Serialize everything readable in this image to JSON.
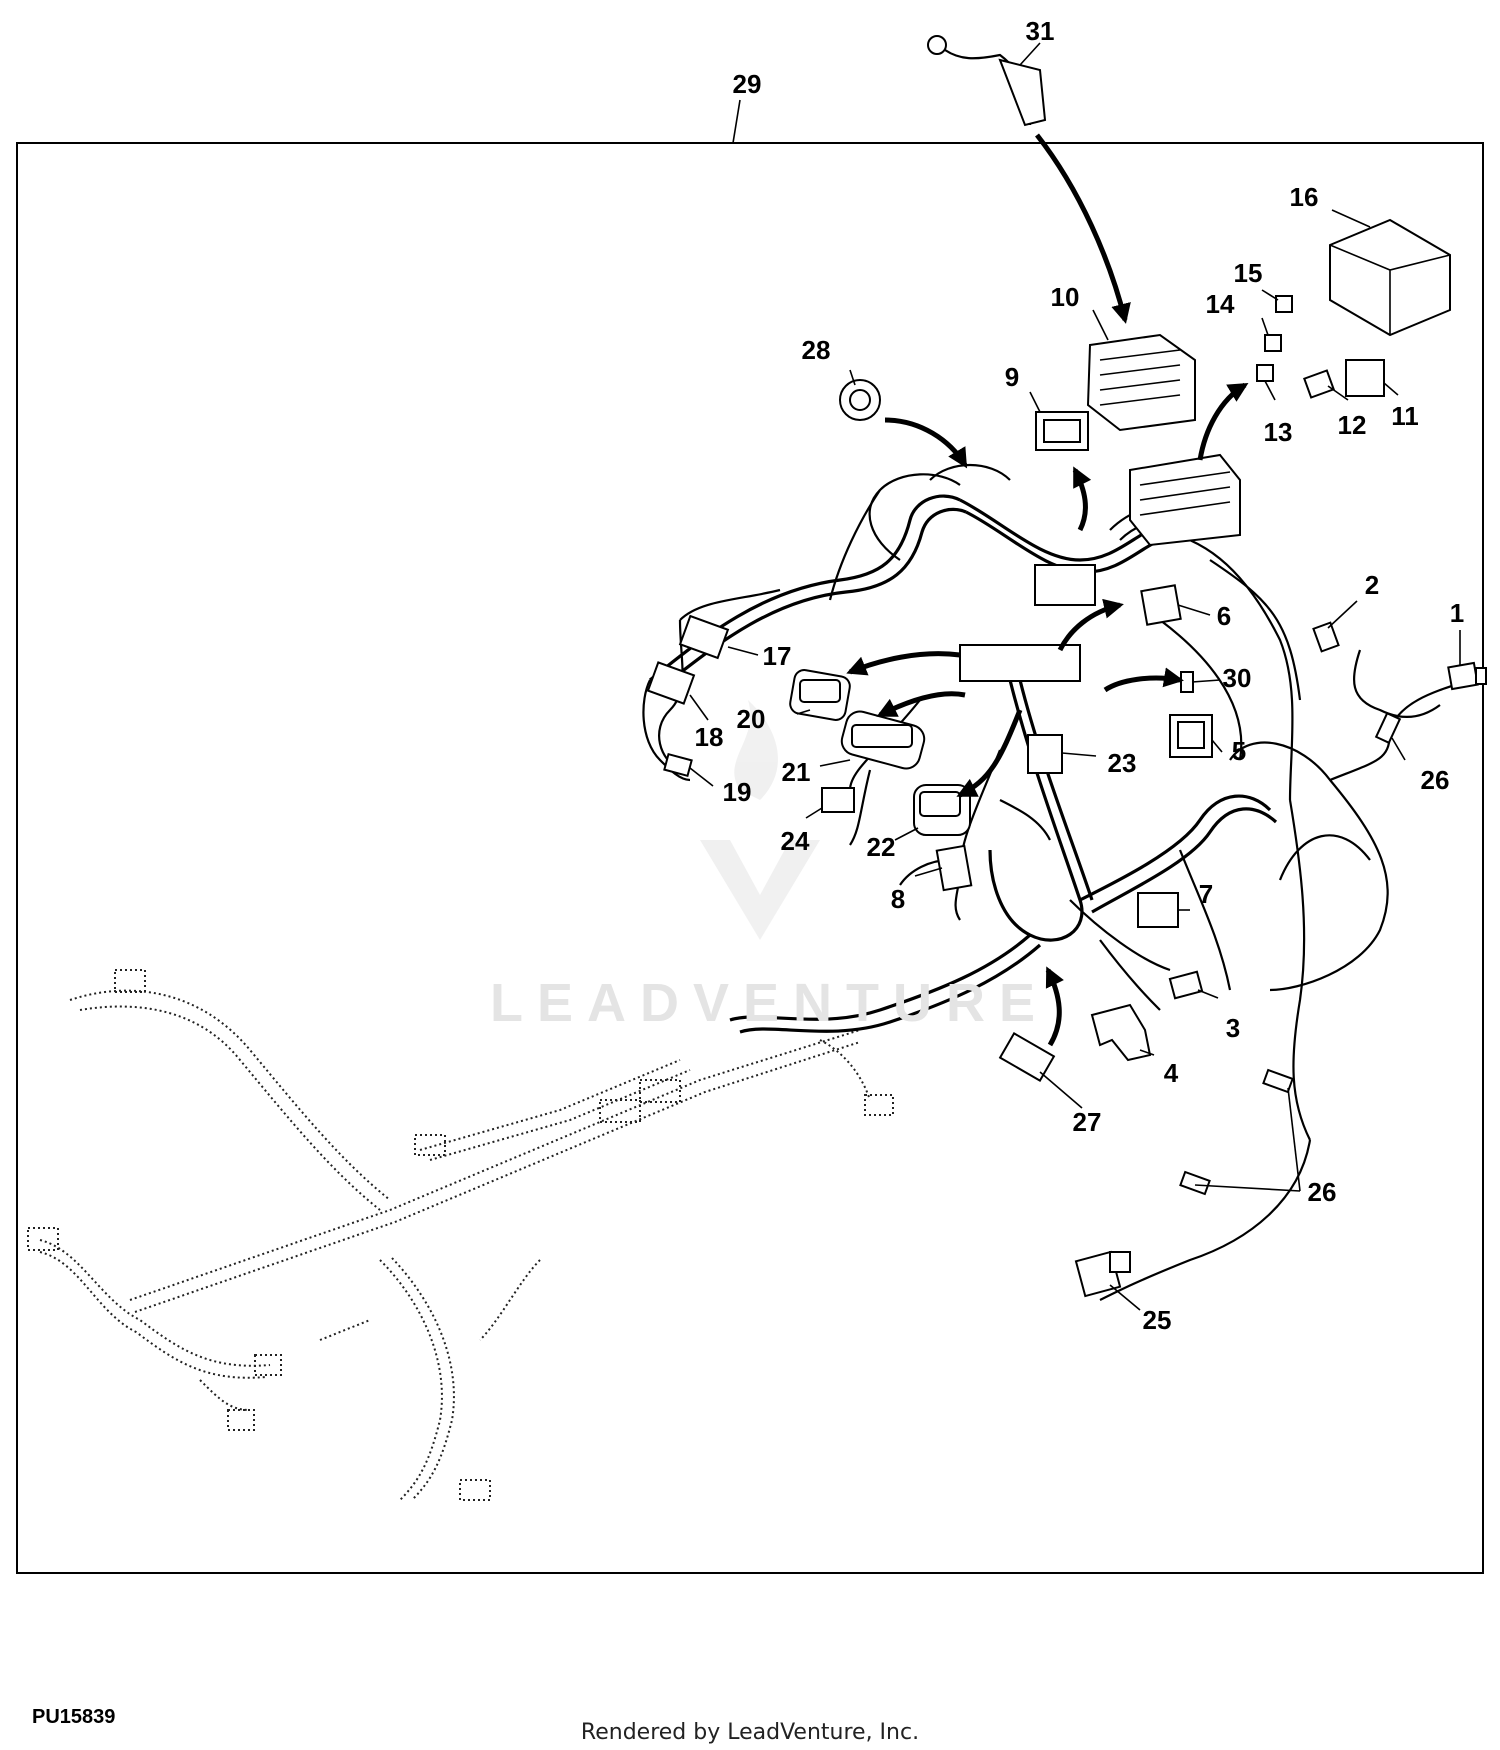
{
  "diagram": {
    "drawing_id": "PU15839",
    "footer": "Rendered by LeadVenture, Inc.",
    "watermark": "LEADVENTURE",
    "callouts": [
      "1",
      "2",
      "3",
      "4",
      "5",
      "6",
      "7",
      "8",
      "9",
      "10",
      "11",
      "12",
      "13",
      "14",
      "15",
      "16",
      "17",
      "18",
      "19",
      "20",
      "21",
      "22",
      "23",
      "24",
      "25",
      "26",
      "26",
      "27",
      "28",
      "29",
      "30",
      "31"
    ]
  }
}
